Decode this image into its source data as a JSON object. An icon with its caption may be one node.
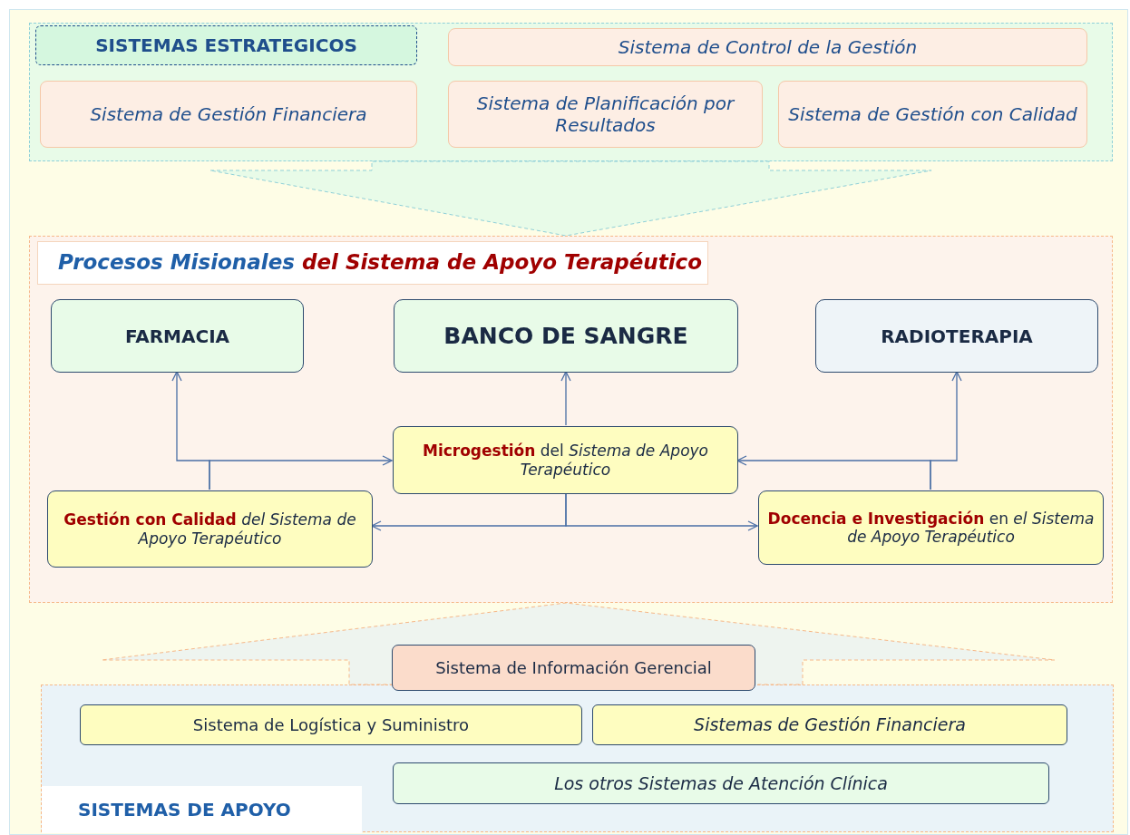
{
  "diagram": {
    "nodes": [
      {
        "text": [
          "SISTEMAS  ESTRATEGICOS"
        ]
      },
      {
        "text": [
          "Sistema de Control de la Gestión"
        ],
        "in": 0
      },
      {
        "text": [
          "Sistema de Gestión Financiera"
        ],
        "in": 0
      },
      {
        "text": [
          "Sistema de Planificación por Resultados"
        ],
        "in": 0
      },
      {
        "text": [
          "Sistema de Gestión con Calidad"
        ],
        "in": 0
      },
      {
        "text": [
          "Procesos Misionales",
          "del Sistema de Apoyo Terapéutico"
        ]
      },
      {
        "text": [
          "FARMACIA"
        ],
        "in": 5
      },
      {
        "text": [
          "BANCO DE SANGRE"
        ],
        "in": 5
      },
      {
        "text": [
          "RADIOTERAPIA"
        ],
        "in": 5
      },
      {
        "text": [
          "**Microgestión** del *Sistema de Apoyo Terapéutico*"
        ],
        "in": 5
      },
      {
        "text": [
          "**Gestión con Calidad** *del Sistema de Apoyo Terapéutico*"
        ],
        "in": 5
      },
      {
        "text": [
          "**Docencia e  Investigación** en *el Sistema de Apoyo Terapéutico*"
        ],
        "in": 5
      },
      {
        "text": [
          "SISTEMAS DE APOYO"
        ]
      },
      {
        "text": [
          "Sistema de Información Gerencial"
        ]
      },
      {
        "text": [
          "Sistema de Logística  y Suministro"
        ],
        "in": 12
      },
      {
        "text": [
          "Sistemas de Gestión Financiera"
        ],
        "in": 12
      },
      {
        "text": [
          "Los otros Sistemas de Atención Clínica"
        ],
        "in": 12
      }
    ],
    "edges": [
      {
        "from": 0,
        "to": 5,
        "arrow": "to"
      },
      {
        "from": 12,
        "to": 5,
        "arrow": "to"
      },
      {
        "from": 9,
        "to": 7,
        "arrow": "to"
      },
      {
        "from": 10,
        "to": 6,
        "arrow": "to"
      },
      {
        "from": 10,
        "to": 9,
        "arrow": "to"
      },
      {
        "from": 11,
        "to": 8,
        "arrow": "to"
      },
      {
        "from": 11,
        "to": 9,
        "arrow": "to"
      },
      {
        "from": 9,
        "to": 10,
        "arrow": "to"
      },
      {
        "from": 9,
        "to": 11,
        "arrow": "to"
      }
    ]
  }
}
